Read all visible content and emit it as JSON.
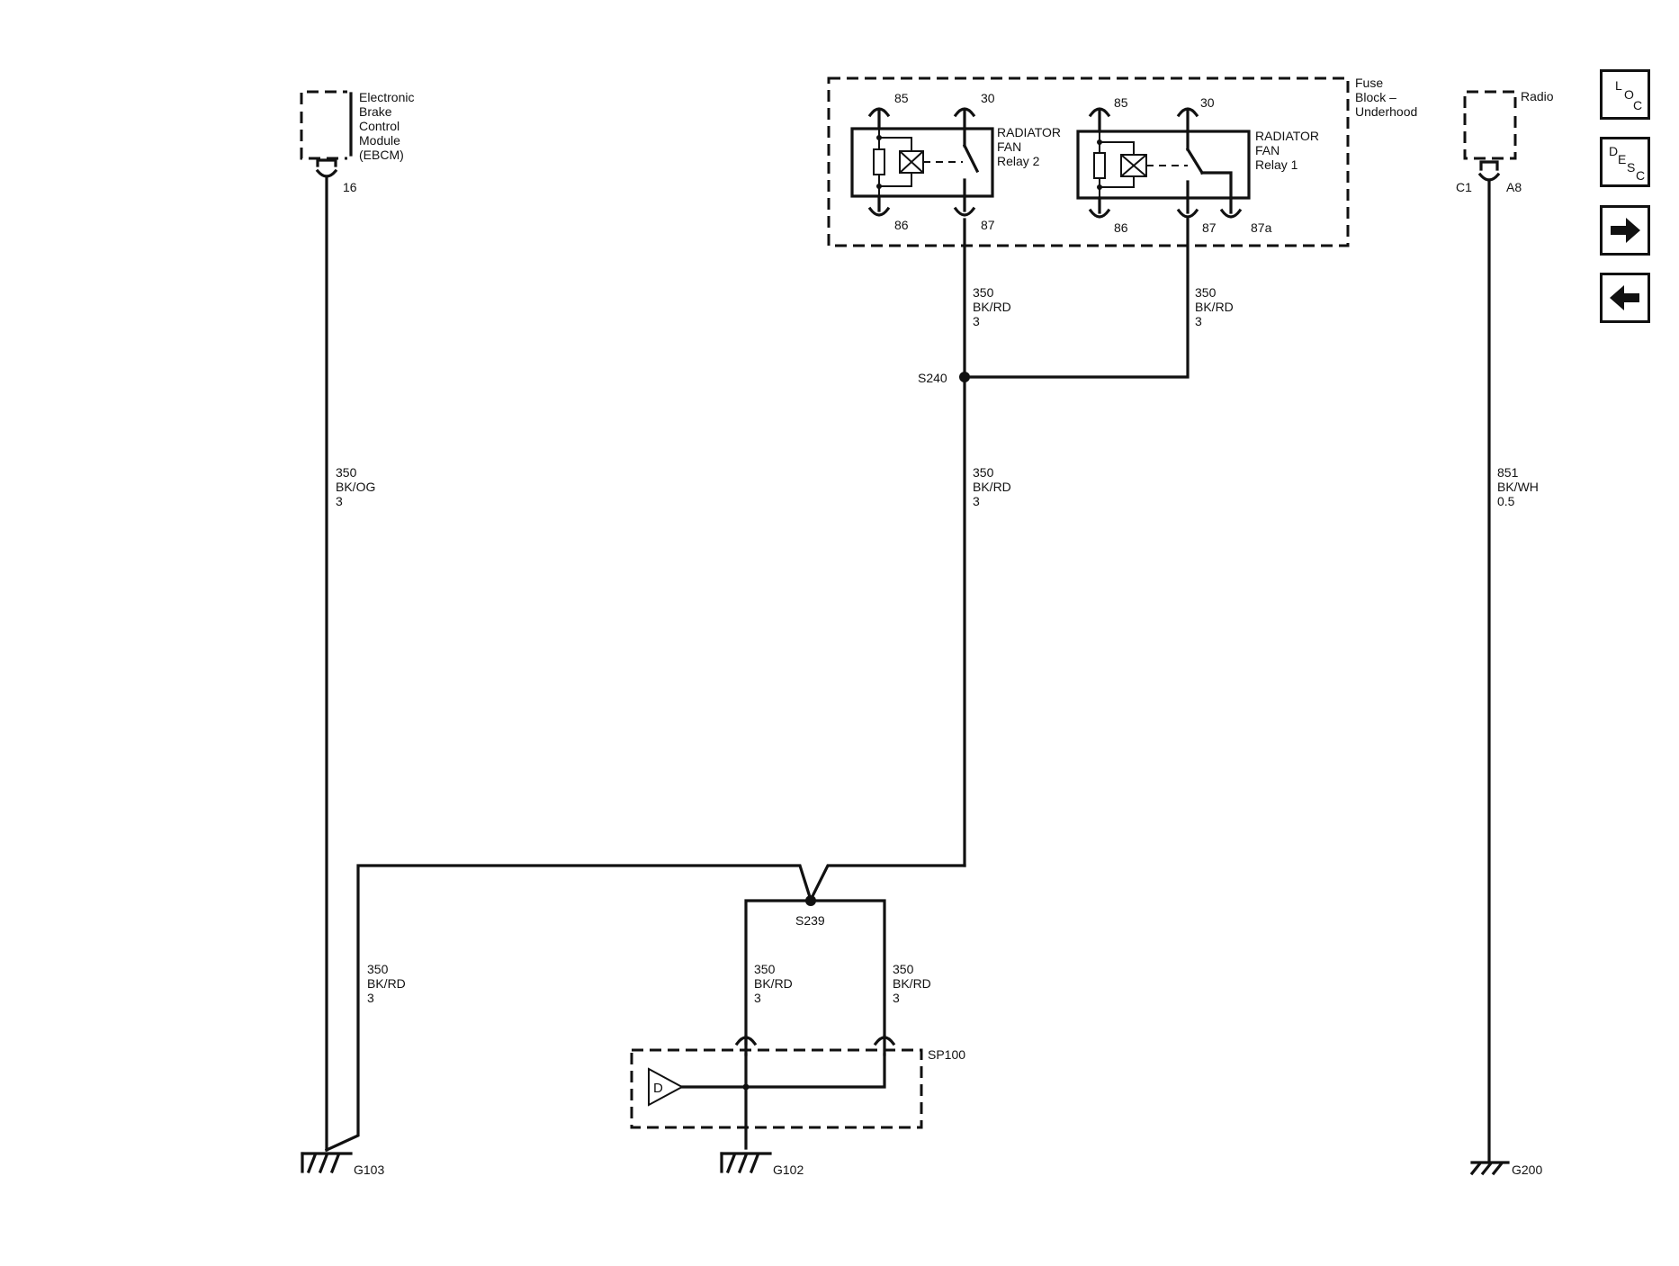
{
  "components": {
    "ebcm": {
      "lines": [
        "Electronic",
        "Brake",
        "Control",
        "Module",
        "(EBCM)"
      ],
      "pin": "16"
    },
    "fuse_block": {
      "lines": [
        "Fuse",
        "Block –",
        "Underhood"
      ]
    },
    "relay2": {
      "lines": [
        "RADIATOR",
        "FAN",
        "Relay 2"
      ],
      "pins": {
        "p85": "85",
        "p30": "30",
        "p86": "86",
        "p87": "87"
      }
    },
    "relay1": {
      "lines": [
        "RADIATOR",
        "FAN",
        "Relay 1"
      ],
      "pins": {
        "p85": "85",
        "p30": "30",
        "p86": "86",
        "p87": "87",
        "p87a": "87a"
      }
    },
    "radio": {
      "label": "Radio",
      "connector": "C1",
      "pin": "A8"
    },
    "sp100": {
      "label": "SP100",
      "symbol": "D"
    }
  },
  "wires": {
    "w_ebcm": [
      "350",
      "BK/OG",
      "3"
    ],
    "w_relay2": [
      "350",
      "BK/RD",
      "3"
    ],
    "w_relay1": [
      "350",
      "BK/RD",
      "3"
    ],
    "w_s240": [
      "350",
      "BK/RD",
      "3"
    ],
    "w_g103": [
      "350",
      "BK/RD",
      "3"
    ],
    "w_sp100_left": [
      "350",
      "BK/RD",
      "3"
    ],
    "w_sp100_right": [
      "350",
      "BK/RD",
      "3"
    ],
    "w_radio": [
      "851",
      "BK/WH",
      "0.5"
    ]
  },
  "splices": {
    "s240": "S240",
    "s239": "S239"
  },
  "grounds": {
    "g103": "G103",
    "g102": "G102",
    "g200": "G200"
  },
  "nav": {
    "loc": [
      "L",
      "O",
      "C"
    ],
    "desc": [
      "D",
      "E",
      "S",
      "C"
    ],
    "next_icon": "arrow-right-icon",
    "prev_icon": "arrow-left-icon"
  }
}
